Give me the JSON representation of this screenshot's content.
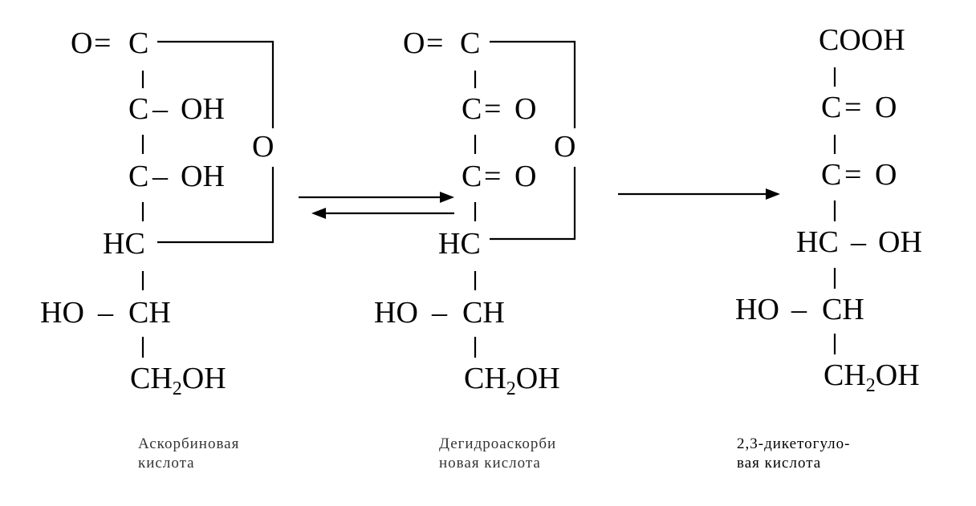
{
  "atoms": {
    "oxo": "O",
    "ring_o": "O",
    "c": "C",
    "hydroxyl": "OH",
    "hc": "HC",
    "ho": "HO",
    "ch": "CH",
    "ch2_main": "CH",
    "ch2_sub": "2",
    "cooh": "COOH",
    "dbond": "=",
    "dash": "–"
  },
  "captions": {
    "ascorbic": [
      "Аскорбиновая",
      "кислота"
    ],
    "dehydroascorbic": [
      "Дегидроаскорби",
      "новая кислота"
    ],
    "diketogulonic": [
      "2,3-дикетогуло-",
      "вая кислота"
    ]
  }
}
